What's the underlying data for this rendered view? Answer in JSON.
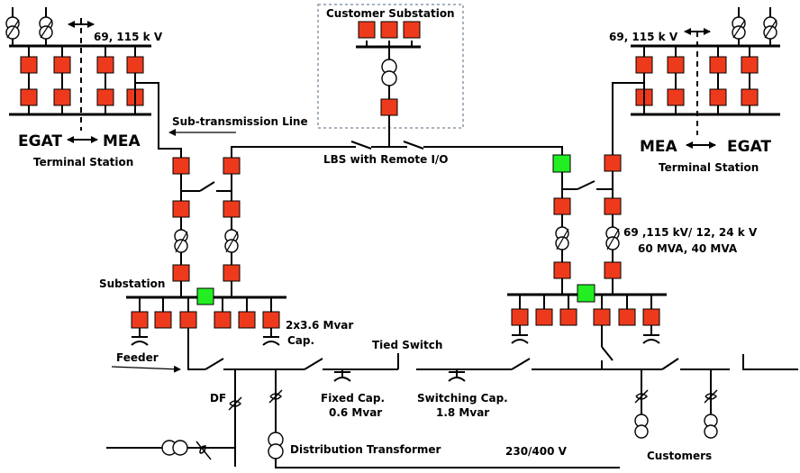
{
  "labels": {
    "voltage_left": "69, 115  k V",
    "voltage_right": "69, 115  k V",
    "egat_left": "EGAT",
    "mea_left": "MEA",
    "terminal_left": "Terminal  Station",
    "mea_right": "MEA",
    "egat_right": "EGAT",
    "terminal_right": "Terminal  Station",
    "customer_substation": "Customer Substation",
    "subtransmission": "Sub-transmission Line",
    "lbs": "LBS with Remote I/O",
    "xf_rating": "69 ,115  kV/ 12, 24 k V",
    "mva": "60  MVA, 40 MVA",
    "substation": "Substation",
    "cap_rating_1": "2x3.6  Mvar",
    "cap_rating_2": "Cap.",
    "tied_switch": "Tied Switch",
    "feeder": "Feeder",
    "df": "DF",
    "fixed_cap_1": "Fixed  Cap.",
    "fixed_cap_2": "0.6  Mvar",
    "switching_cap_1": "Switching  Cap.",
    "switching_cap_2": "1.8  Mvar",
    "dist_transformer": "Distribution  Transformer",
    "lv_voltage": "230/400  V",
    "customers": "Customers"
  },
  "colors": {
    "breaker_closed": "#ee3a1c",
    "breaker_open": "#22ee22",
    "line": "#000000"
  }
}
